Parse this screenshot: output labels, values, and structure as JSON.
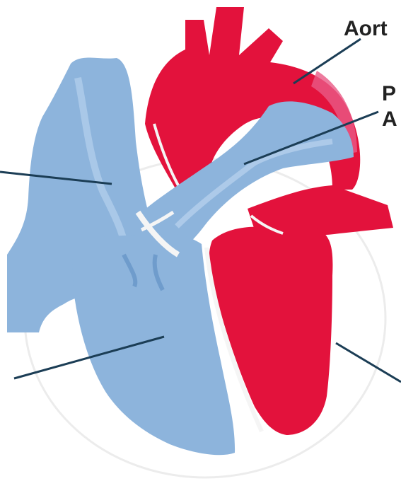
{
  "labels": {
    "aorta": "Aort",
    "pulmonary_artery_line1": "P",
    "pulmonary_artery_line2": "A"
  },
  "colors": {
    "oxygenated": "#e3123c",
    "deoxygenated": "#8db4dc",
    "deoxygenated_dark": "#6f9ccc",
    "outline": "#f4f4f4",
    "leader_line": "#1b3d55"
  }
}
